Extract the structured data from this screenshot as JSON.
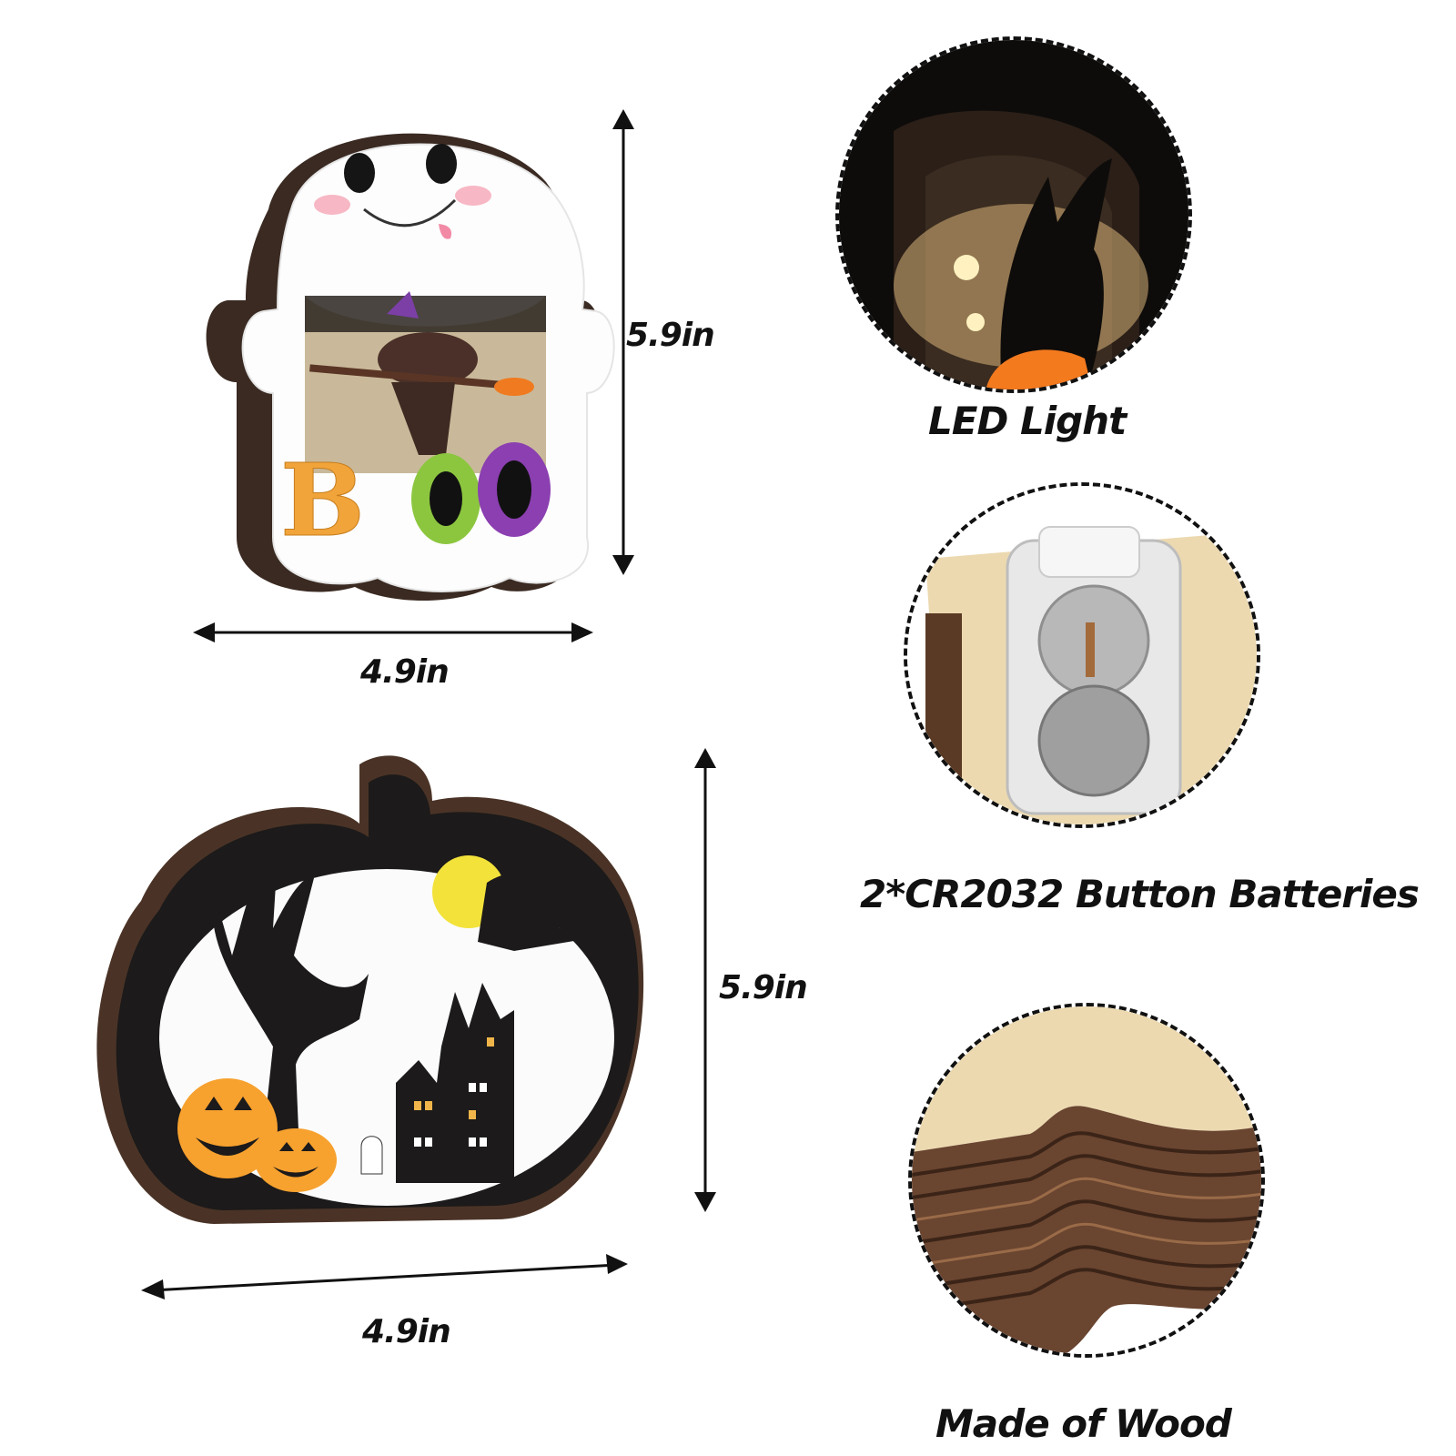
{
  "products": [
    {
      "name": "ghost-boo-decoration",
      "text_on_item": "BOO",
      "dimensions": {
        "height": "5.9in",
        "width": "4.9in"
      },
      "colors": {
        "body": "#ffffff",
        "edge": "#3a2a22",
        "b_letter": "#f0a43a",
        "o1_letter": "#8cc63f",
        "o2_letter": "#8b3fb0",
        "cheek": "#f7b7c4"
      }
    },
    {
      "name": "pumpkin-haunted-house-decoration",
      "dimensions": {
        "height": "5.9in",
        "width": "4.9in"
      },
      "colors": {
        "frame": "#1c1a1a",
        "edge": "#4a3326",
        "moon": "#f2e23a",
        "jack_o_lantern": "#f7a12e"
      }
    }
  ],
  "features": [
    {
      "label": "LED Light",
      "icon": "led-light-closeup"
    },
    {
      "label": "2*CR2032 Button Batteries",
      "icon": "battery-compartment-closeup"
    },
    {
      "label": "Made of Wood",
      "icon": "wood-layers-closeup"
    }
  ]
}
